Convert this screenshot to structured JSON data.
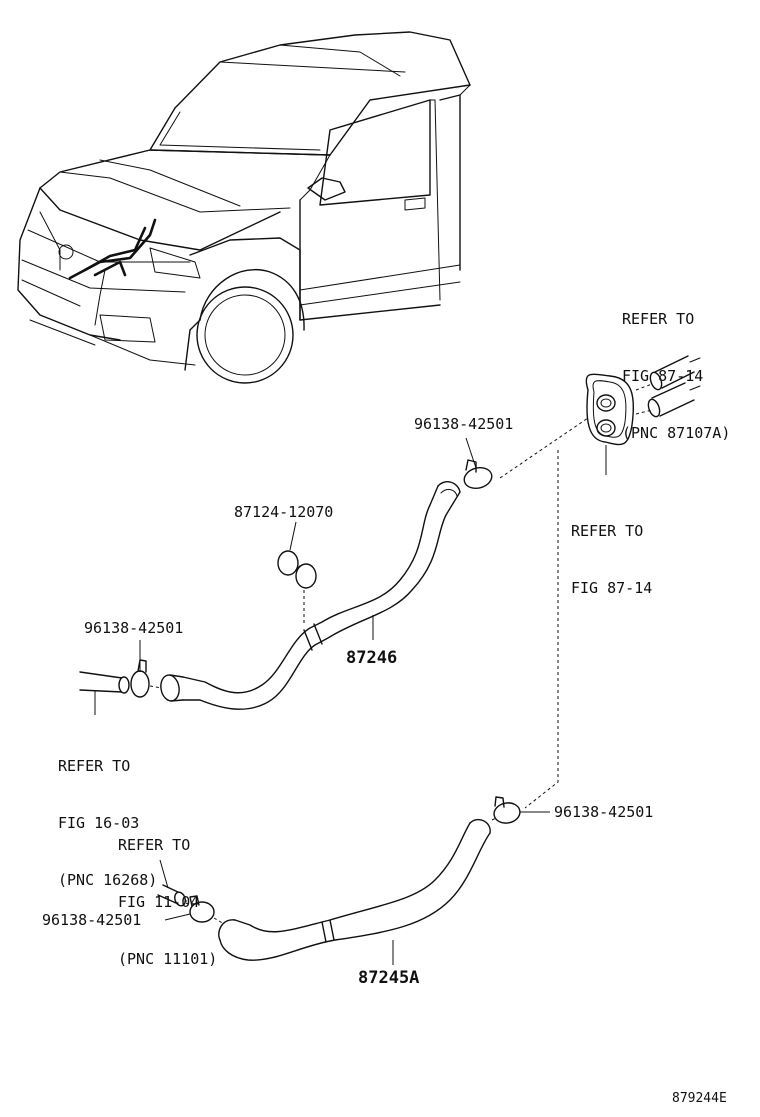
{
  "labels": {
    "refer_87107a": {
      "line1": "REFER TO",
      "line2": "FIG 87-14",
      "line3": "(PNC 87107A)"
    },
    "refer_87_14": {
      "line1": "REFER TO",
      "line2": "FIG 87-14"
    },
    "refer_16268": {
      "line1": "REFER TO",
      "line2": "FIG 16-03",
      "line3": "(PNC 16268)"
    },
    "refer_11101": {
      "line1": "REFER TO",
      "line2": "FIG 11-04",
      "line3": "(PNC 11101)"
    },
    "clamp_top": "96138-42501",
    "clamp_left": "96138-42501",
    "clamp_right": "96138-42501",
    "clamp_bottom_left": "96138-42501",
    "clip": "87124-12070",
    "hose_upper": "87246",
    "hose_lower": "87245A",
    "figure_code": "879244E"
  },
  "icons": {
    "vehicle": "car-front-quarter-icon",
    "grommet": "grommet-icon",
    "clamp": "hose-clamp-icon",
    "clip": "hose-clip-icon",
    "pipe": "heater-pipe-icon"
  }
}
